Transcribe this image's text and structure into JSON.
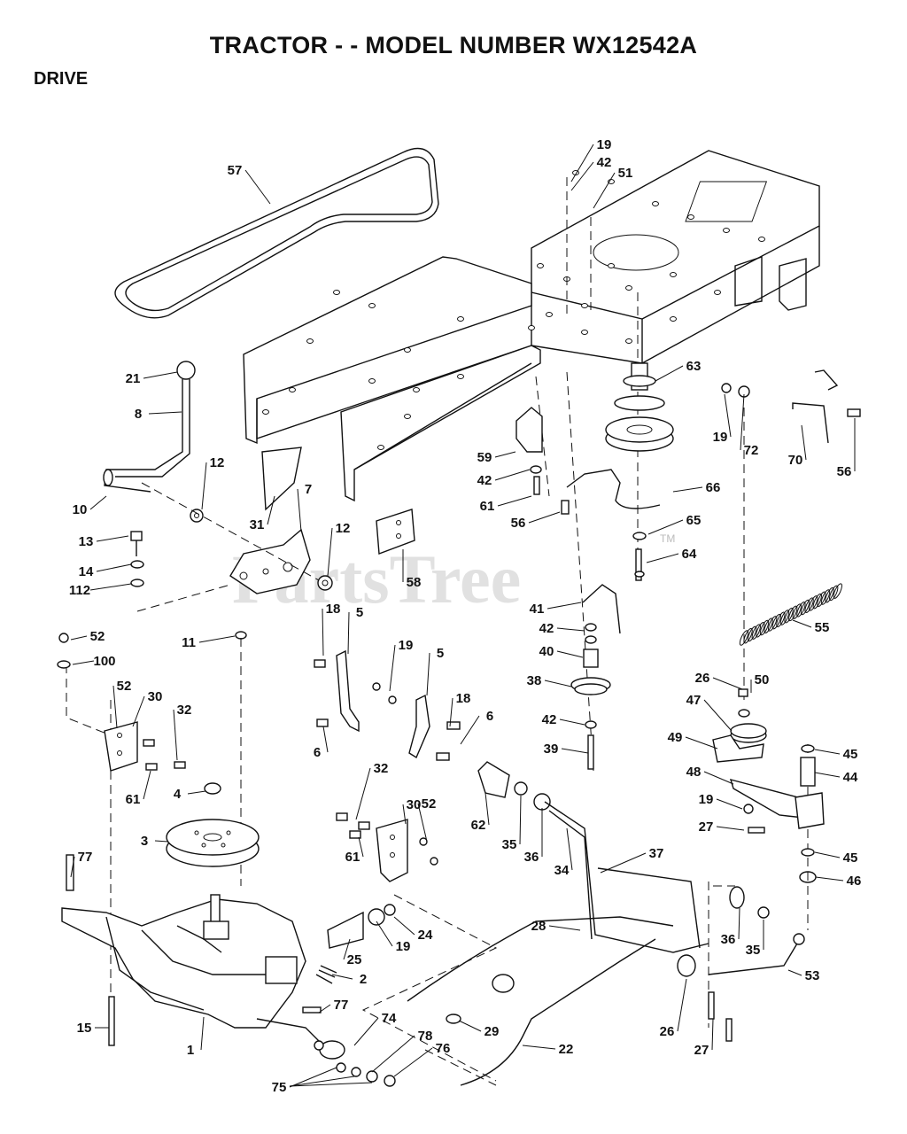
{
  "header": {
    "title": "TRACTOR - - MODEL NUMBER WX12542A",
    "section": "DRIVE"
  },
  "watermark": {
    "text": "PartsTree",
    "mark": "TM"
  },
  "callouts": [
    "57",
    "19",
    "42",
    "51",
    "21",
    "8",
    "10",
    "12",
    "31",
    "7",
    "12",
    "58",
    "13",
    "14",
    "112",
    "63",
    "19",
    "72",
    "70",
    "56",
    "59",
    "42",
    "61",
    "56",
    "66",
    "65",
    "64",
    "18",
    "5",
    "19",
    "5",
    "18",
    "6",
    "6",
    "11",
    "52",
    "100",
    "52",
    "30",
    "32",
    "61",
    "4",
    "41",
    "42",
    "40",
    "55",
    "38",
    "42",
    "39",
    "26",
    "50",
    "47",
    "49",
    "45",
    "44",
    "48",
    "19",
    "27",
    "45",
    "46",
    "3",
    "32",
    "30",
    "52",
    "61",
    "62",
    "35",
    "36",
    "34",
    "37",
    "77",
    "24",
    "19",
    "25",
    "2",
    "28",
    "36",
    "35",
    "53",
    "77",
    "15",
    "1",
    "74",
    "29",
    "78",
    "76",
    "22",
    "26",
    "27",
    "75"
  ]
}
